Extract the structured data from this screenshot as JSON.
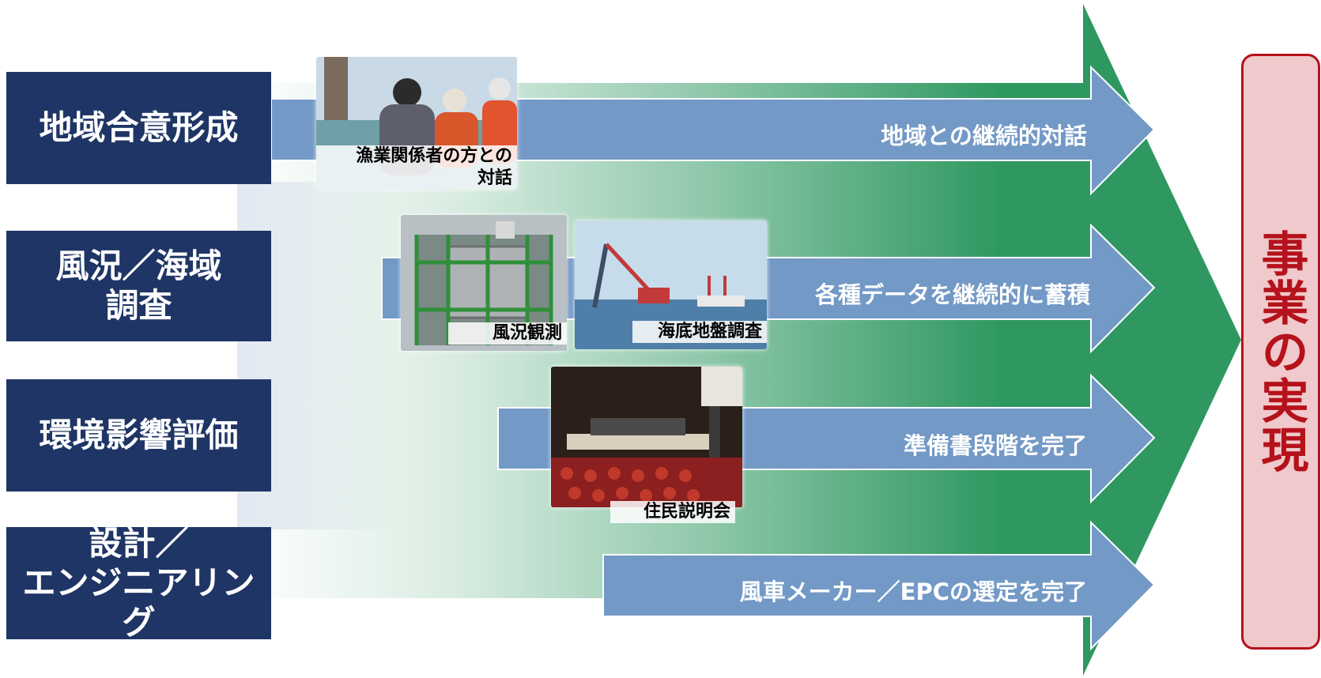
{
  "rows": [
    {
      "label": "地域合意形成",
      "arrow_text": "地域との継続的対話"
    },
    {
      "label": "風況／海域\n調査",
      "arrow_text": "各種データを継続的に蓄積"
    },
    {
      "label": "環境影響評価",
      "arrow_text": "準備書段階を完了"
    },
    {
      "label": "設計／\nエンジニアリング",
      "arrow_text": "風車メーカー／EPCの選定を完了"
    }
  ],
  "photos": [
    {
      "caption": "漁業関係者の方との\n対話",
      "icon": "fishery-dialogue-photo"
    },
    {
      "caption": "風況観測",
      "icon": "wind-observation-photo"
    },
    {
      "caption": "海底地盤調査",
      "icon": "seabed-survey-photo"
    },
    {
      "caption": "住民説明会",
      "icon": "resident-meeting-photo"
    }
  ],
  "goal": "事業の実現",
  "colors": {
    "label_box": "#1f3566",
    "arrow_fill": "#7399c6",
    "big_arrow": "#2e9860",
    "goal_border": "#b5121b",
    "goal_fill": "#efc9cb"
  }
}
